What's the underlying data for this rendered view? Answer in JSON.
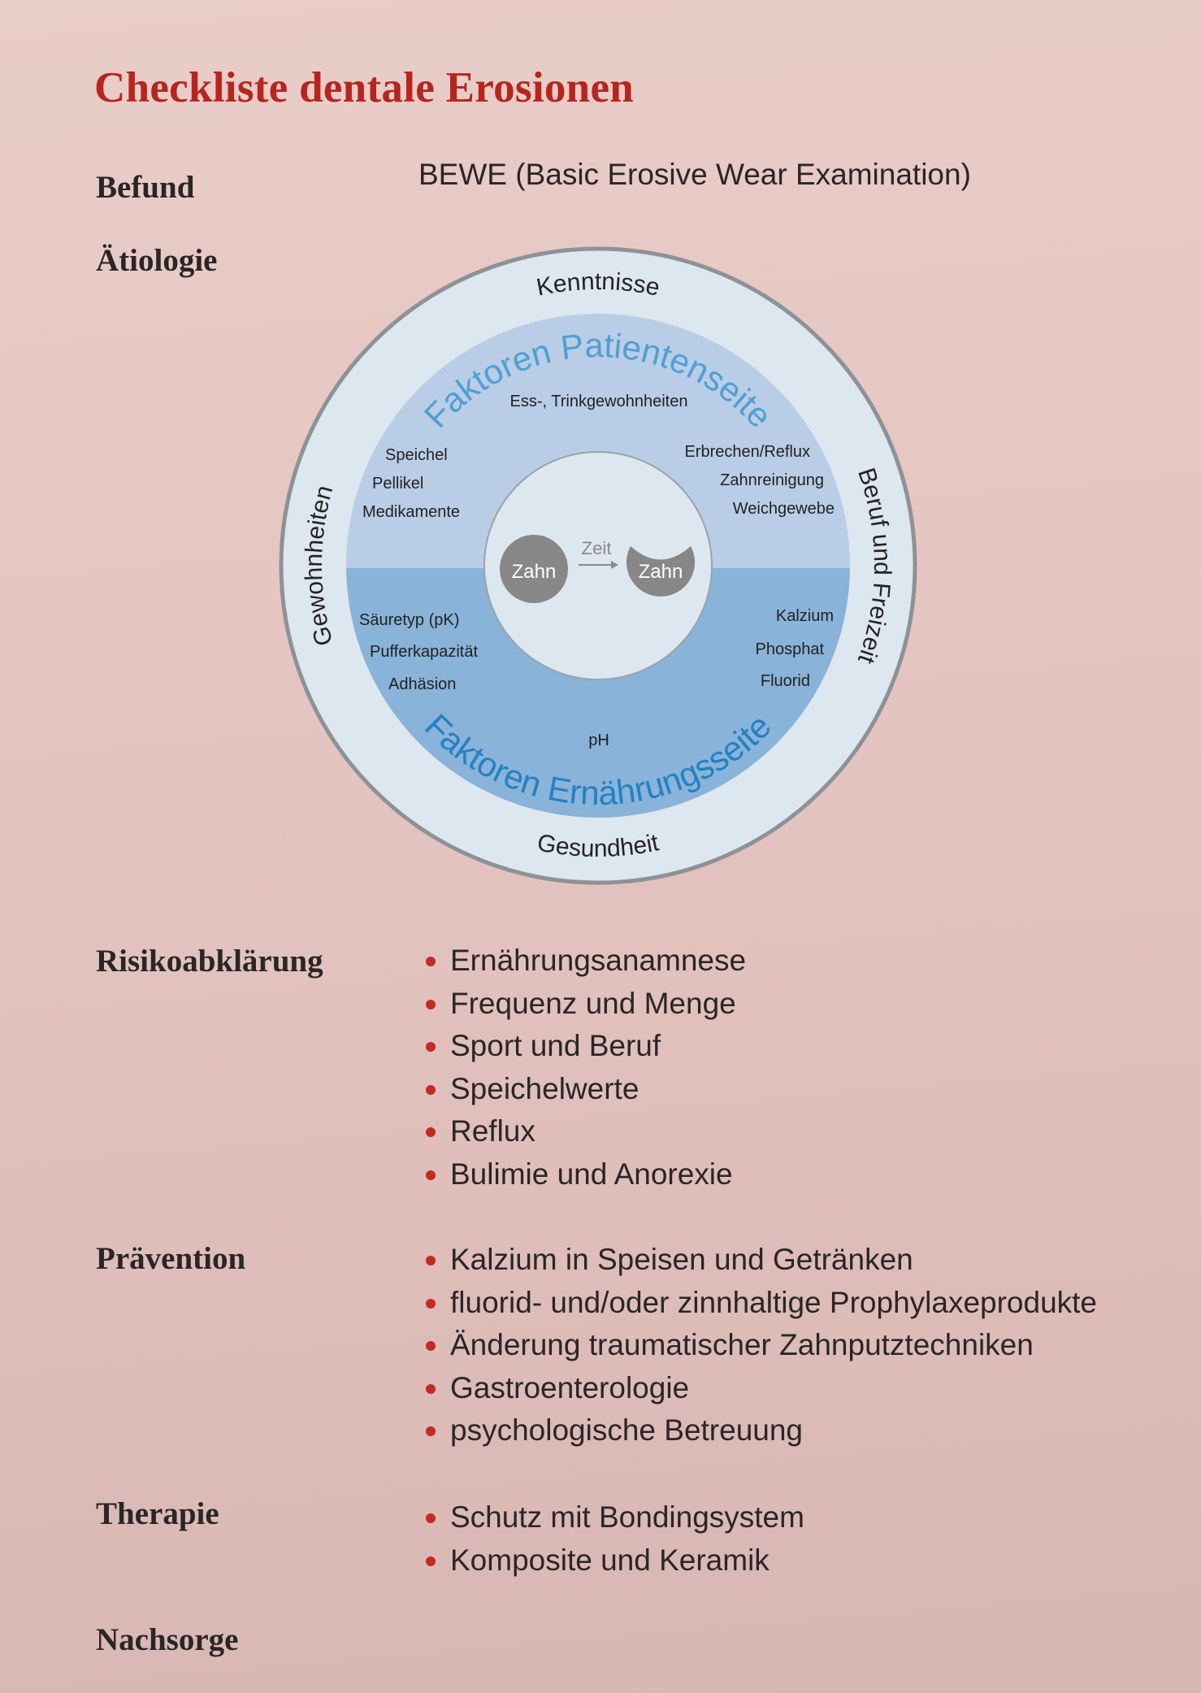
{
  "title": "Checkliste dentale Erosionen",
  "befund": {
    "label": "Befund",
    "value": "BEWE (Basic Erosive Wear Examination)"
  },
  "aetiologie": {
    "label": "Ätiologie",
    "diagram": {
      "outer_top": "Kenntnisse",
      "outer_bottom": "Gesundheit",
      "outer_left": "Gewohnheiten",
      "outer_right": "Beruf und Freizeit",
      "arc_top": "Faktoren Patientenseite",
      "arc_bottom": "Faktoren Ernährungsseite",
      "top_center": "Ess-, Trinkgewohnheiten",
      "top_left": [
        "Speichel",
        "Pellikel",
        "Medikamente"
      ],
      "top_right": [
        "Erbrechen/Reflux",
        "Zahnreinigung",
        "Weichgewebe"
      ],
      "bottom_left": [
        "Säuretyp (pK)",
        "Pufferkapazität",
        "Adhäsion"
      ],
      "bottom_right": [
        "Kalzium",
        "Phosphat",
        "Fluorid"
      ],
      "bottom_center": "pH",
      "tooth_before": "Zahn",
      "time_label": "Zeit",
      "tooth_after": "Zahn",
      "colors": {
        "outer_ring": "#dde7ef",
        "upper_half": "#b9cde6",
        "lower_half": "#89b3d8",
        "arc_top_text": "#4f9fd4",
        "arc_bottom_text": "#2680c4",
        "tooth": "#878787"
      }
    }
  },
  "risikoabklaerung": {
    "label": "Risikoabklärung",
    "items": [
      "Ernährungsanamnese",
      "Frequenz und Menge",
      "Sport und Beruf",
      "Speichelwerte",
      "Reflux",
      "Bulimie und Anorexie"
    ]
  },
  "praevention": {
    "label": "Prävention",
    "items": [
      "Kalzium in Speisen und Getränken",
      "fluorid- und/oder zinnhaltige Prophylaxeprodukte",
      "Änderung traumatischer Zahnputztechniken",
      "Gastroenterologie",
      "psychologische Betreuung"
    ]
  },
  "therapie": {
    "label": "Therapie",
    "items": [
      "Schutz mit Bondingsystem",
      "Komposite und Keramik"
    ]
  },
  "nachsorge": {
    "label": "Nachsorge"
  },
  "accent_color": "#b8241e"
}
